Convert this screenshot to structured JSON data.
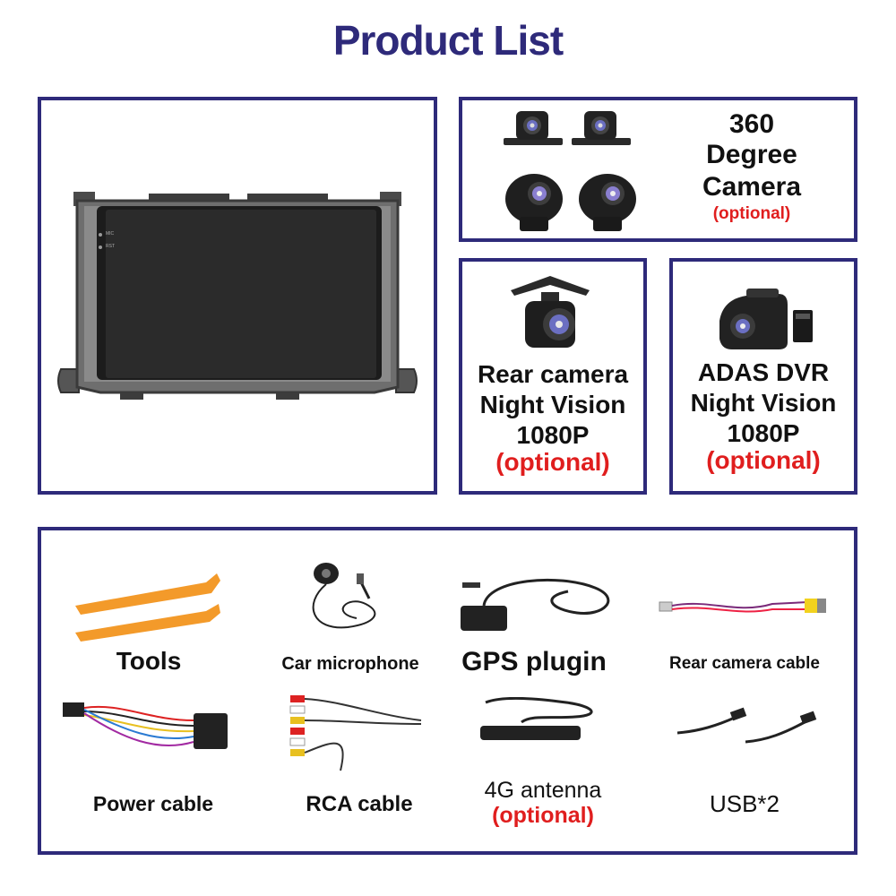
{
  "title": "Product List",
  "head_unit": {
    "screen_labels": [
      "MIC",
      "RST"
    ]
  },
  "camera360": {
    "line1": "360",
    "line2": "Degree",
    "line3": "Camera",
    "optional": "(optional)"
  },
  "rear_camera": {
    "line1": "Rear camera",
    "line2": "Night Vision",
    "line3": "1080P",
    "optional": "(optional)"
  },
  "adas_dvr": {
    "line1": "ADAS DVR",
    "line2": "Night Vision",
    "line3": "1080P",
    "optional": "(optional)"
  },
  "accessories": [
    {
      "label": "Tools",
      "optional": ""
    },
    {
      "label": "Car microphone",
      "optional": ""
    },
    {
      "label": "GPS plugin",
      "optional": ""
    },
    {
      "label": "Rear camera cable",
      "optional": ""
    },
    {
      "label": "Power cable",
      "optional": ""
    },
    {
      "label": "RCA cable",
      "optional": ""
    },
    {
      "label": "4G antenna",
      "optional": "(optional)"
    },
    {
      "label": "USB*2",
      "optional": ""
    }
  ],
  "colors": {
    "border": "#2e2a7a",
    "title": "#2e2a7a",
    "optional": "#e01e1e"
  }
}
